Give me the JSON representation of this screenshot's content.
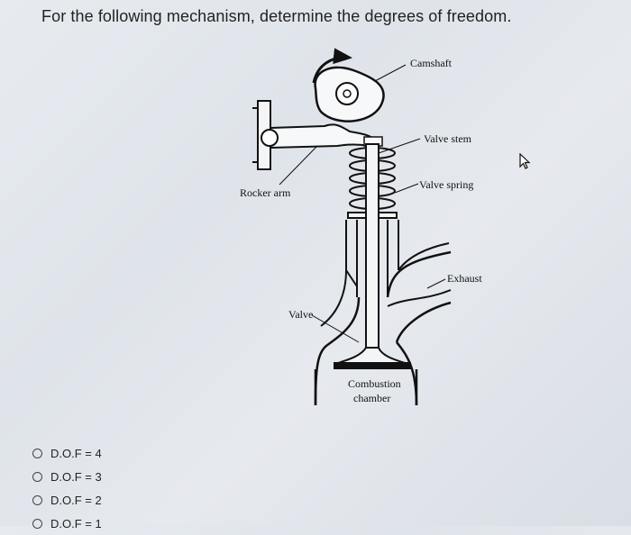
{
  "question": "For the following mechanism, determine the degrees of freedom.",
  "figure": {
    "labels": {
      "camshaft": "Camshaft",
      "valve_stem": "Valve stem",
      "valve_spring": "Valve spring",
      "rocker_arm": "Rocker arm",
      "exhaust": "Exhaust",
      "valve": "Valve",
      "combustion_1": "Combustion",
      "combustion_2": "chamber"
    }
  },
  "options": [
    {
      "label": "D.O.F = 4"
    },
    {
      "label": "D.O.F = 3"
    },
    {
      "label": "D.O.F = 2"
    },
    {
      "label": "D.O.F = 1"
    }
  ]
}
